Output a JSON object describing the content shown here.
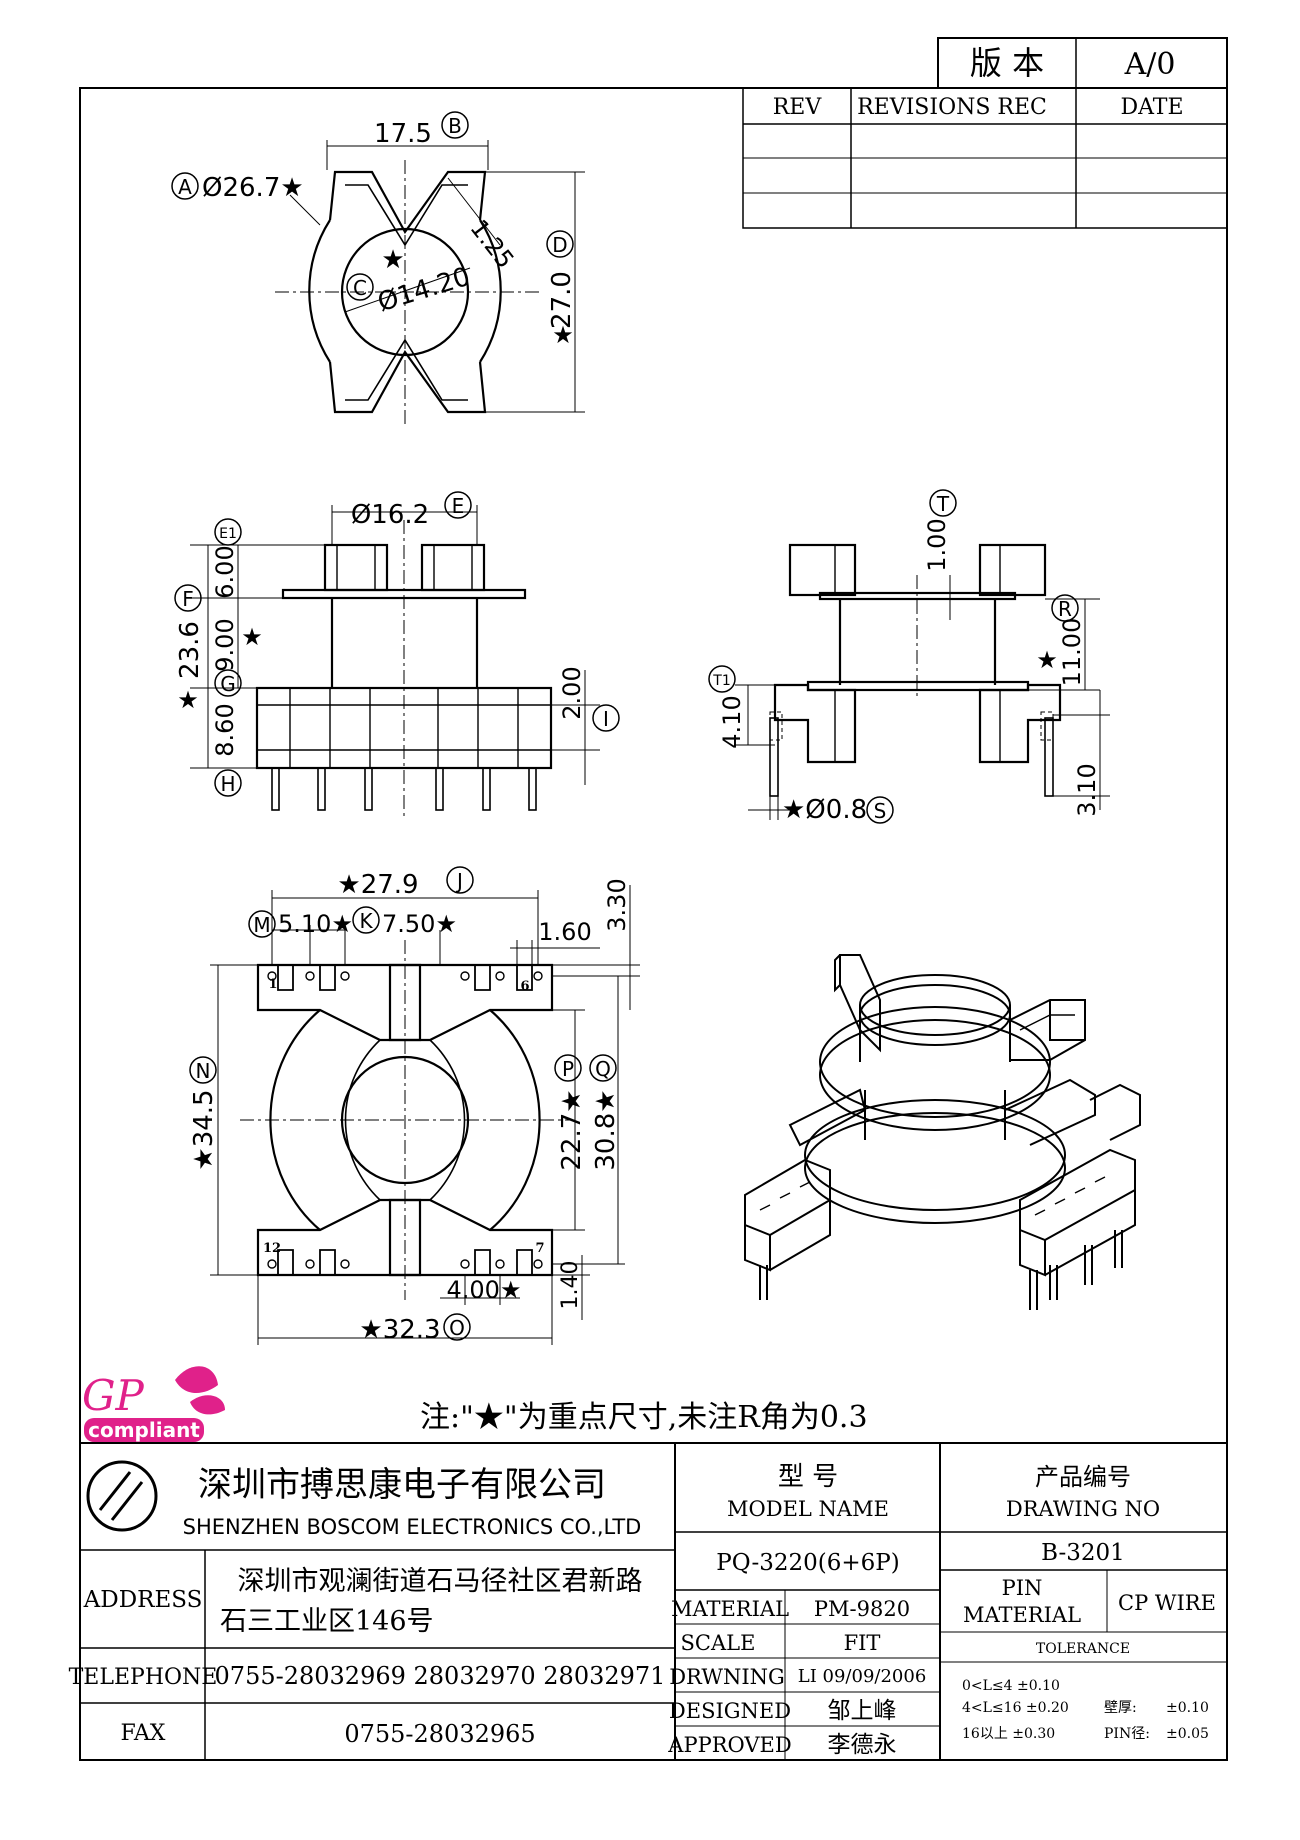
{
  "header": {
    "version_label": "版 本",
    "version_value": "A/0",
    "rev_label": "REV",
    "revisions_label": "REVISIONS REC",
    "date_label": "DATE"
  },
  "top_view": {
    "dim_width": "17.5",
    "dim_width_tag": "B",
    "dim_outer_dia": "Ø26.7★",
    "dim_outer_tag": "A",
    "dim_inner_dia": "Ø14.20",
    "dim_inner_tag": "C",
    "inner_star": "★",
    "dim_slot": "1.25",
    "dim_height": "27.0",
    "dim_height_tag": "D",
    "height_star": "★"
  },
  "front_view": {
    "dim_core_dia": "Ø16.2",
    "dim_core_tag": "E",
    "tag_e1": "E1",
    "dim_top": "6.00",
    "tag_f": "F",
    "dim_total": "23.6",
    "total_star": "★",
    "dim_mid": "9.00",
    "mid_star": "★",
    "tag_g": "G",
    "dim_base": "8.60",
    "tag_h": "H",
    "dim_flange": "2.00",
    "tag_i": "I"
  },
  "side_view": {
    "tag_t": "T",
    "dim_t": "1.00",
    "tag_r": "R",
    "dim_r": "11.00",
    "r_star": "★",
    "tag_t1": "T1",
    "dim_t1": "4.10",
    "dim_pin": "★Ø0.8",
    "tag_s": "S",
    "dim_pin_len": "3.10"
  },
  "bottom_view": {
    "dim_j": "★27.9",
    "tag_j": "J",
    "tag_m": "M",
    "dim_m": "5.10★",
    "tag_k": "K",
    "dim_k": "7.50★",
    "dim_1_60": "1.60",
    "dim_3_30": "3.30",
    "pin_1": "1",
    "pin_6": "6",
    "pin_12": "12",
    "pin_7": "7",
    "tag_n": "N",
    "dim_n": "★34.5",
    "tag_p": "P",
    "dim_p": "22.7★",
    "tag_q": "Q",
    "dim_q": "30.8★",
    "dim_pitch": "4.00★",
    "dim_1_40": "1.40",
    "dim_o": "★32.3",
    "tag_o": "O"
  },
  "note": "注:\"★\"为重点尺寸,未注R角为0.3",
  "logo": {
    "gp_text": "GP",
    "compliant_text": "compliant",
    "gp_color": "#e0218a"
  },
  "company": {
    "name_cn": "深圳市搏思康电子有限公司",
    "name_en": "SHENZHEN BOSCOM ELECTRONICS CO.,LTD"
  },
  "info": {
    "address_label": "ADDRESS",
    "address_line1": "深圳市观澜街道石马径社区君新路",
    "address_line2": "石三工业区146号",
    "telephone_label": "TELEPHONE",
    "telephone_value": "0755-28032969 28032970 28032971",
    "fax_label": "FAX",
    "fax_value": "0755-28032965"
  },
  "model": {
    "label_cn": "型    号",
    "label_en": "MODEL NAME",
    "value": "PQ-3220(6+6P)"
  },
  "drawing": {
    "label_cn": "产品编号",
    "label_en": "DRAWING NO",
    "value": "B-3201"
  },
  "spec": {
    "material_label": "MATERIAL",
    "material_value": "PM-9820",
    "scale_label": "SCALE",
    "scale_value": "FIT",
    "drawing_label": "DRWNING",
    "drawing_value": "LI 09/09/2006",
    "designed_label": "DESIGNED",
    "designed_value": "邹上峰",
    "approved_label": "APPROVED",
    "approved_value": "李德永",
    "pin_material_label_1": "PIN",
    "pin_material_label_2": "MATERIAL",
    "pin_material_value": "CP WIRE",
    "tolerance_label": "TOLERANCE",
    "tol_1": "0<L≤4  ±0.10",
    "tol_2": "4<L≤16  ±0.20",
    "tol_3": "16以上     ±0.30",
    "wall_label": "壁厚:",
    "wall_value": "±0.10",
    "pin_dia_label": "PIN径:",
    "pin_dia_value": "±0.05"
  }
}
